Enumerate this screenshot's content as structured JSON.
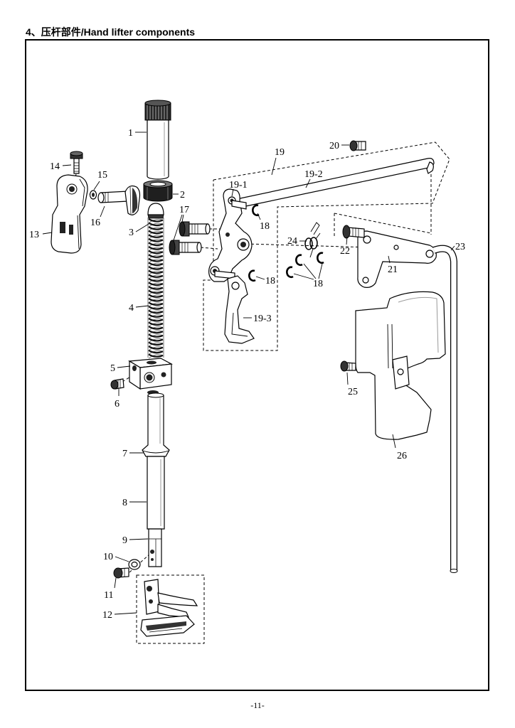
{
  "page": {
    "title": "4、压杆部件/Hand lifter components",
    "page_number": "-11-"
  },
  "diagram": {
    "callouts": [
      "1",
      "2",
      "3",
      "4",
      "5",
      "6",
      "7",
      "8",
      "9",
      "10",
      "11",
      "12",
      "13",
      "14",
      "15",
      "16",
      "17",
      "18",
      "18",
      "18",
      "19",
      "19-1",
      "19-2",
      "19-3",
      "20",
      "21",
      "22",
      "23",
      "24",
      "25",
      "26"
    ]
  }
}
